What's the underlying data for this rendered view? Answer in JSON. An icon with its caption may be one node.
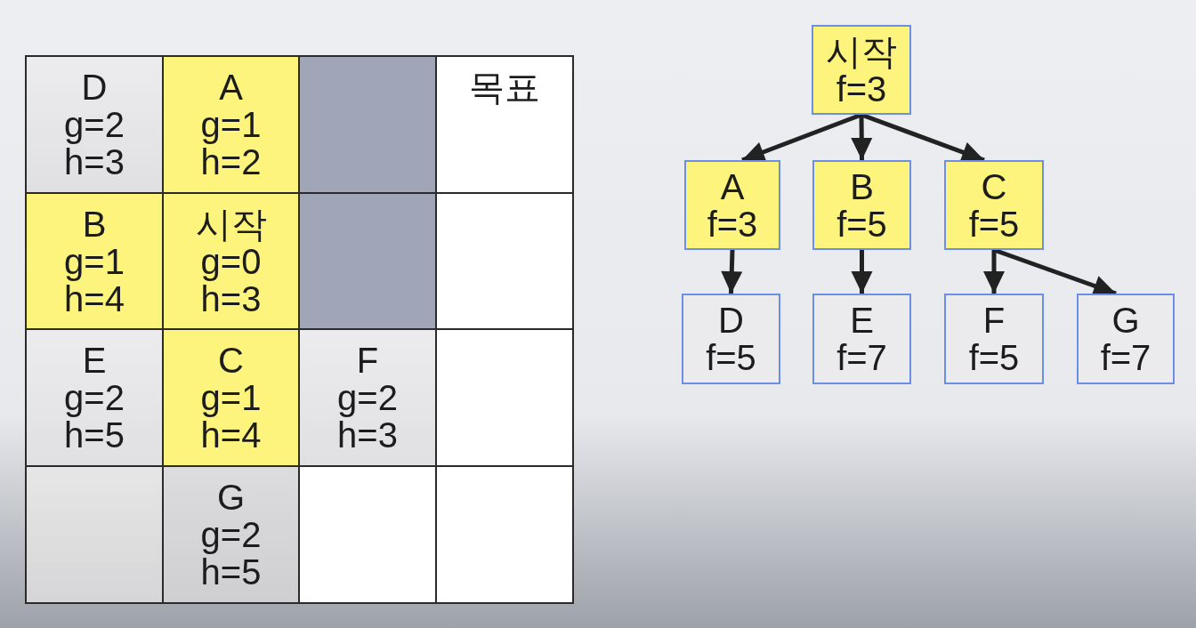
{
  "diagram": {
    "nodes": [
      {
        "text": [
          "시작",
          "f=3"
        ]
      },
      {
        "text": [
          "A",
          "f=3"
        ]
      },
      {
        "text": [
          "B",
          "f=5"
        ]
      },
      {
        "text": [
          "C",
          "f=5"
        ]
      },
      {
        "text": [
          "D",
          "f=5"
        ]
      },
      {
        "text": [
          "E",
          "f=7"
        ]
      },
      {
        "text": [
          "F",
          "f=5"
        ]
      },
      {
        "text": [
          "G",
          "f=7"
        ]
      }
    ],
    "edges": [
      {
        "from": 0,
        "to": 1,
        "arrow": "to"
      },
      {
        "from": 0,
        "to": 2,
        "arrow": "to"
      },
      {
        "from": 0,
        "to": 3,
        "arrow": "to"
      },
      {
        "from": 1,
        "to": 4,
        "arrow": "to"
      },
      {
        "from": 2,
        "to": 5,
        "arrow": "to"
      },
      {
        "from": 3,
        "to": 6,
        "arrow": "to"
      },
      {
        "from": 3,
        "to": 7,
        "arrow": "to"
      }
    ],
    "labels": [
      "D g=2 h=3",
      "A g=1 h=2",
      "목표",
      "B g=1 h=4",
      "시작 g=0 h=3",
      "E g=2 h=5",
      "C g=1 h=4",
      "F g=2 h=3",
      "G g=2 h=5"
    ]
  }
}
